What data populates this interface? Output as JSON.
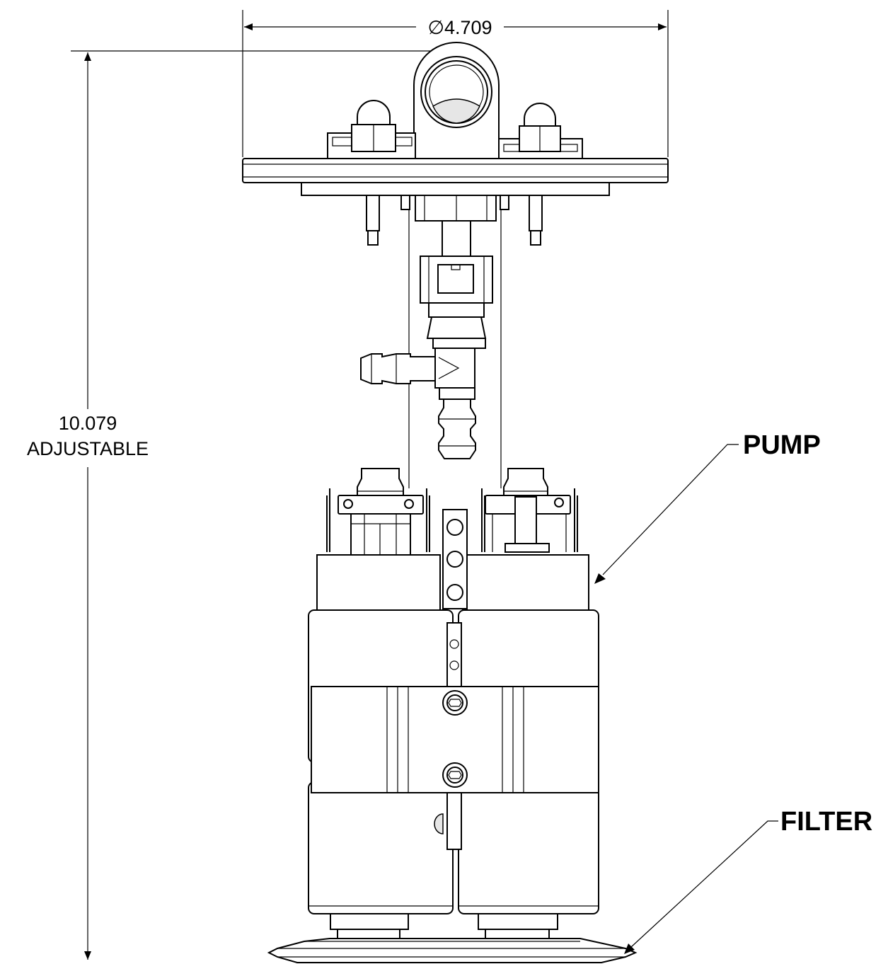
{
  "drawing": {
    "diameter_symbol": "∅",
    "diameter_value": "4.709",
    "height_value": "10.079",
    "height_note": "ADJUSTABLE",
    "callouts": {
      "pump": "PUMP",
      "filter": "FILTER"
    }
  }
}
